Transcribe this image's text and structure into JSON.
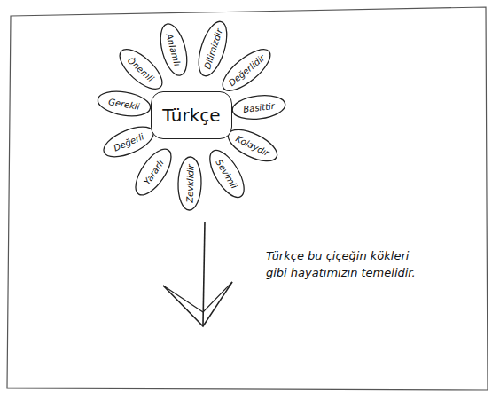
{
  "diagram": {
    "nodes": [
      {
        "text": [
          "Türkçe"
        ]
      },
      {
        "text": [
          "Anlamlı"
        ]
      },
      {
        "text": [
          "Dilimizdir"
        ]
      },
      {
        "text": [
          "Değerlidir"
        ]
      },
      {
        "text": [
          "Basittir"
        ]
      },
      {
        "text": [
          "Kolaydır"
        ]
      },
      {
        "text": [
          "Sevimli"
        ]
      },
      {
        "text": [
          "Zevklidir"
        ]
      },
      {
        "text": [
          "Yararlı"
        ]
      },
      {
        "text": [
          "Değerli"
        ]
      },
      {
        "text": [
          "Gerekli"
        ]
      },
      {
        "text": [
          "Önemli"
        ]
      }
    ],
    "labels": [
      "Türkçe bu çiçeğin kökleri gibi hayatımızın temelidir."
    ]
  }
}
